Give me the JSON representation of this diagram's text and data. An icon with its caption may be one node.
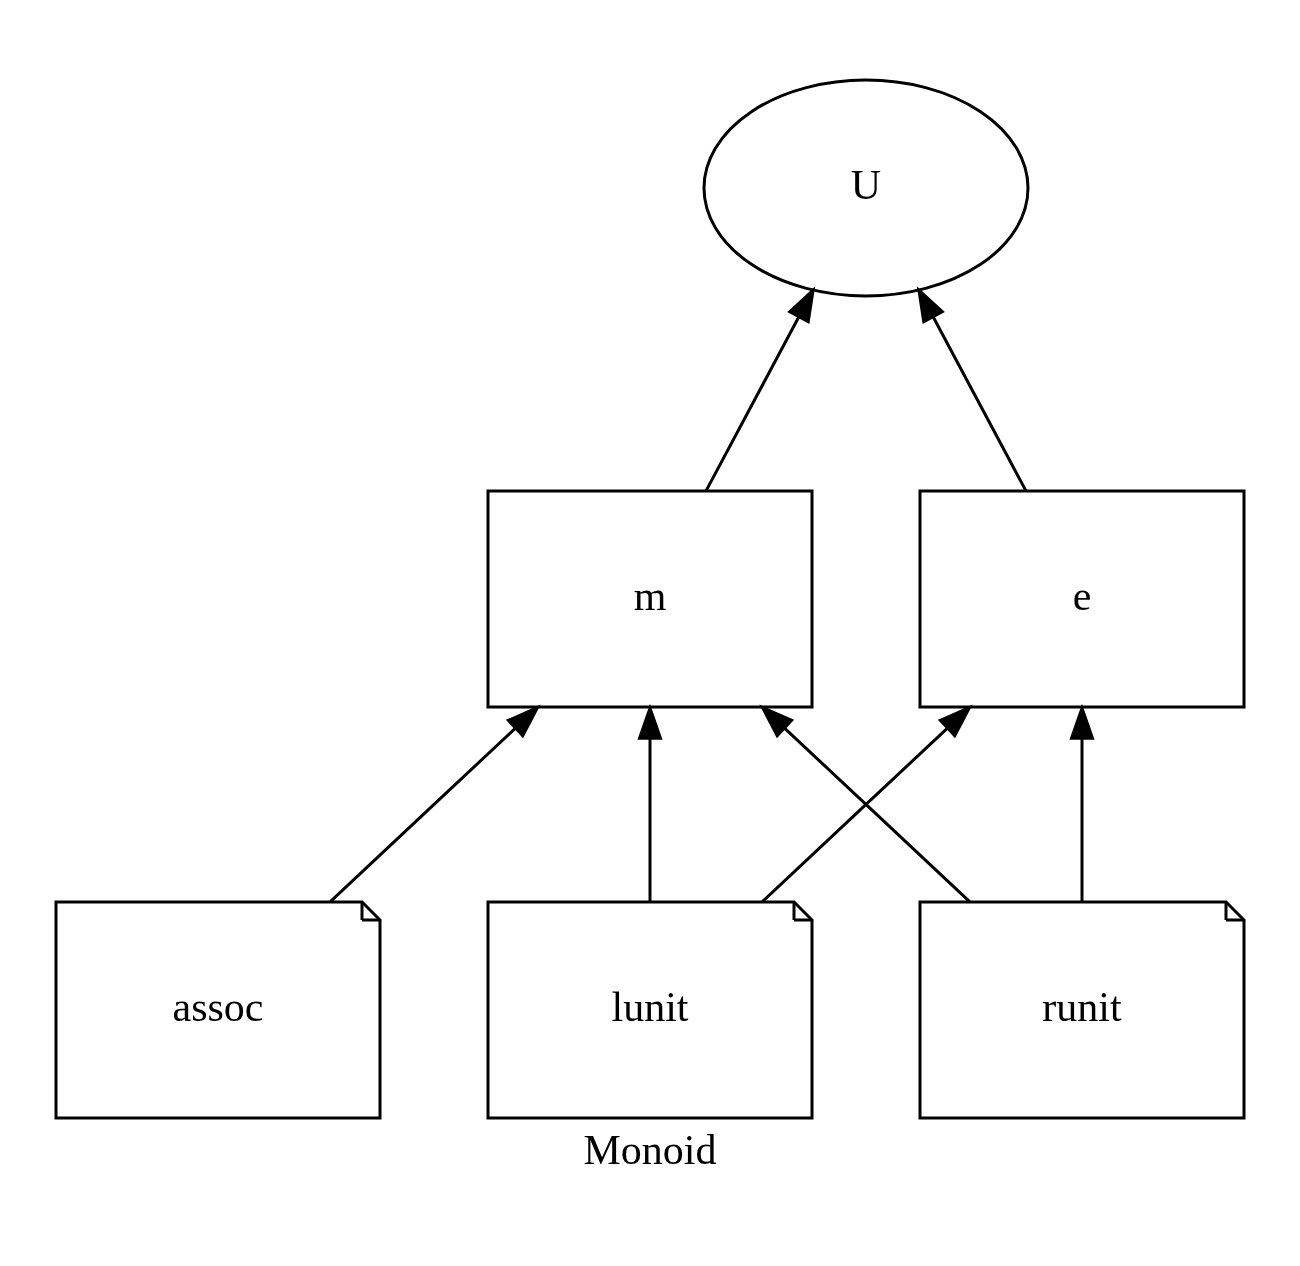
{
  "diagram": {
    "caption": "Monoid",
    "nodes": [
      {
        "text": [
          "U"
        ]
      },
      {
        "text": [
          "m"
        ]
      },
      {
        "text": [
          "e"
        ]
      },
      {
        "text": [
          "assoc"
        ]
      },
      {
        "text": [
          "runit"
        ]
      },
      {
        "text": [
          "lunit"
        ]
      }
    ],
    "edges": [
      {
        "from": 1,
        "to": 0,
        "arrow": "to"
      },
      {
        "from": 2,
        "to": 0,
        "arrow": "to"
      },
      {
        "from": 3,
        "to": 1,
        "arrow": "to"
      },
      {
        "from": 4,
        "to": 1,
        "arrow": "to"
      },
      {
        "from": 4,
        "to": 2,
        "arrow": "to"
      },
      {
        "from": 5,
        "to": 1,
        "arrow": "to"
      },
      {
        "from": 5,
        "to": 2,
        "arrow": "to"
      }
    ]
  }
}
